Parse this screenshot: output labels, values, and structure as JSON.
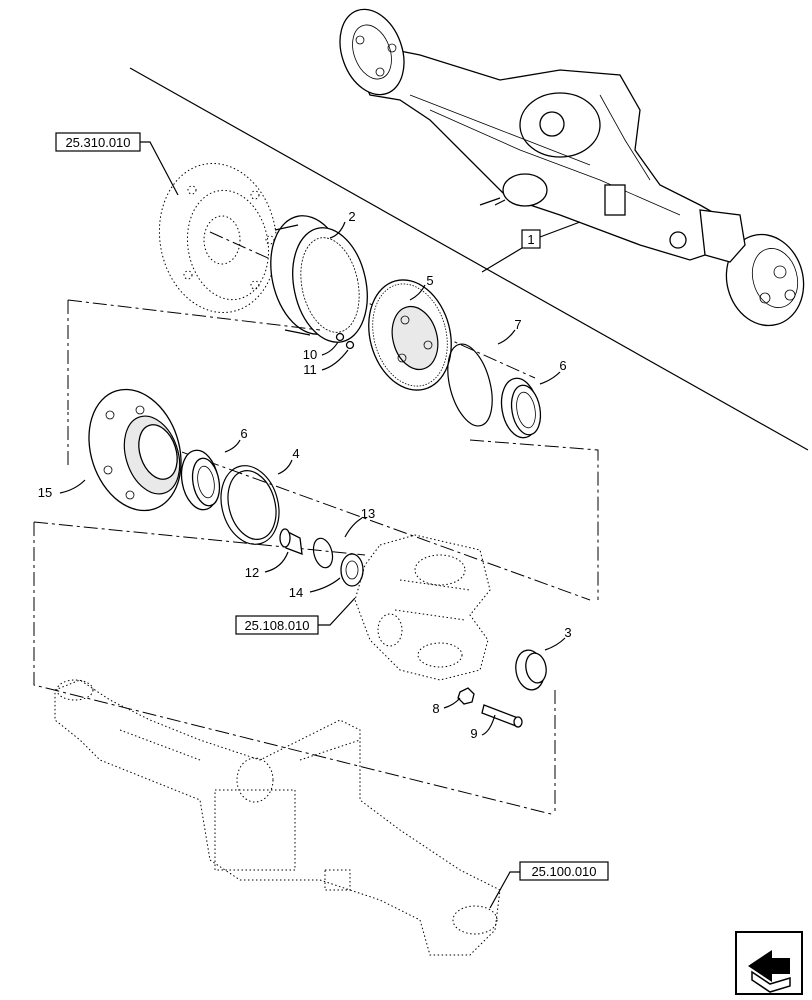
{
  "references": {
    "ref_hub": "25.310.010",
    "ref_knuckle": "25.108.010",
    "ref_axle": "25.100.010",
    "ref_assembly": "1"
  },
  "callouts": {
    "c2": "2",
    "c3": "3",
    "c4": "4",
    "c5": "5",
    "c6a": "6",
    "c6b": "6",
    "c7": "7",
    "c8": "8",
    "c9": "9",
    "c10": "10",
    "c11": "11",
    "c12": "12",
    "c13": "13",
    "c14": "14",
    "c15": "15"
  },
  "icons": {
    "nav": "next-page-arrow-icon"
  }
}
